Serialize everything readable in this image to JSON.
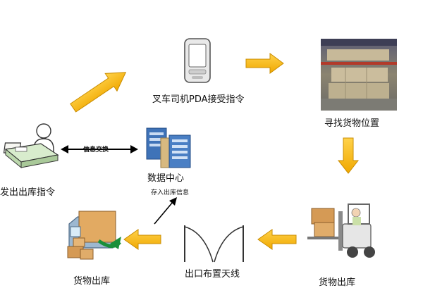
{
  "nodes": {
    "operator": "发出出库指令",
    "pda": "叉车司机PDA接受指令",
    "warehouse": "寻找货物位置",
    "datacenter": "数据中心",
    "antenna": "出口布置天线",
    "forklift": "货物出库",
    "truck": "货物出库"
  },
  "edges": {
    "exchange": "信息交换",
    "store": "存入出库信息"
  },
  "colors": {
    "arrow_fill": "#f4b400",
    "arrow_stroke": "#c98c00",
    "box": "#d59a55",
    "server": "#3f73b8"
  }
}
